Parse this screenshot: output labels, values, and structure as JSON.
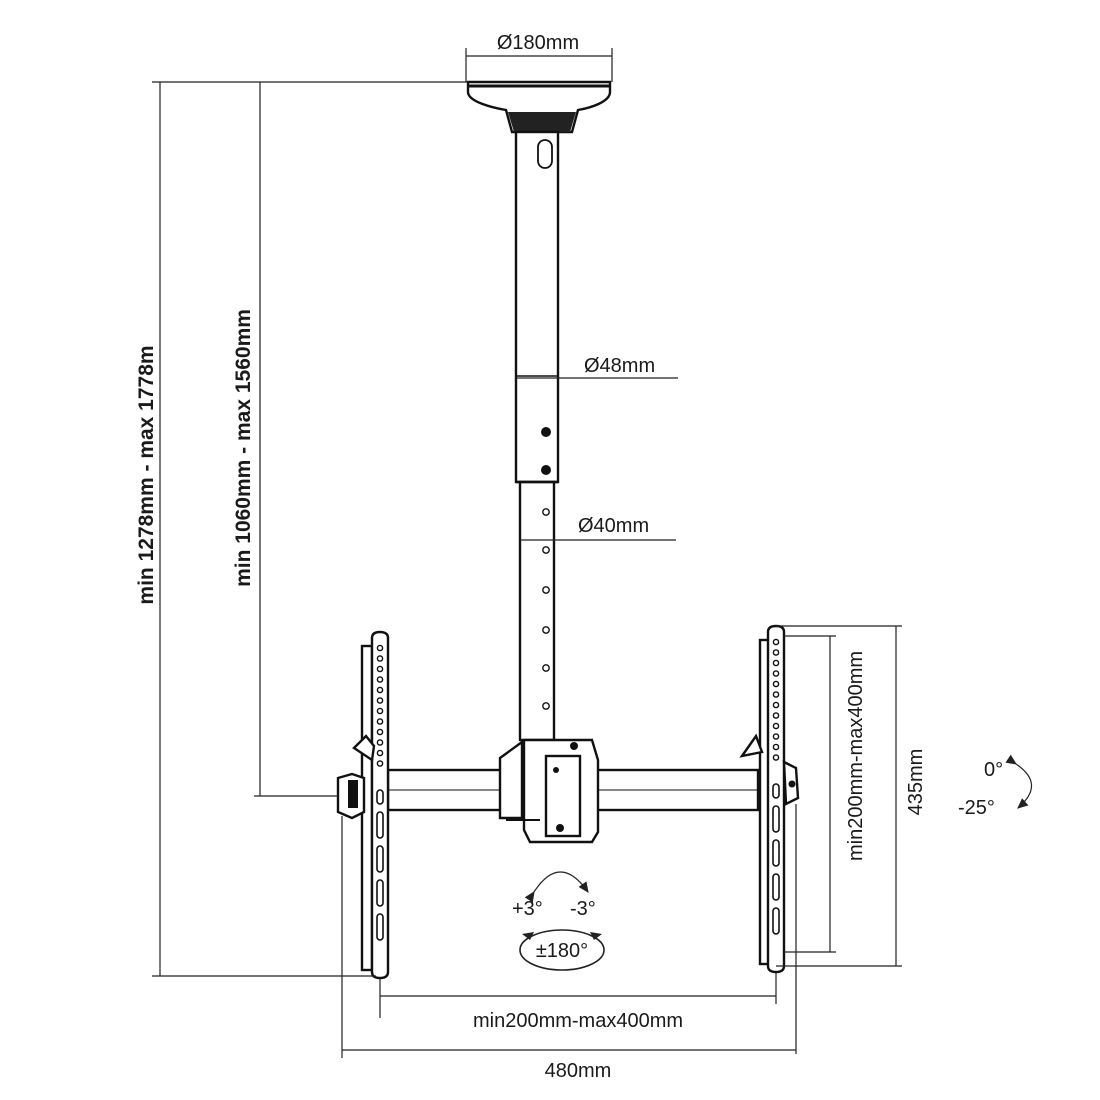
{
  "dimensions": {
    "ceiling_plate_diameter": "Ø180mm",
    "outer_tube_diameter": "Ø48mm",
    "inner_tube_diameter": "Ø40mm",
    "total_height": "min 1278mm - max 1778m",
    "pole_height": "min 1060mm - max 1560mm",
    "bracket_height": "435mm",
    "vertical_vesa": "min200mm-max400mm",
    "horizontal_vesa": "min200mm-max400mm",
    "total_width": "480mm"
  },
  "angles": {
    "tilt_up": "0°",
    "tilt_down": "-25°",
    "swivel_left": "+3°",
    "swivel_right": "-3°",
    "rotation": "±180°"
  }
}
